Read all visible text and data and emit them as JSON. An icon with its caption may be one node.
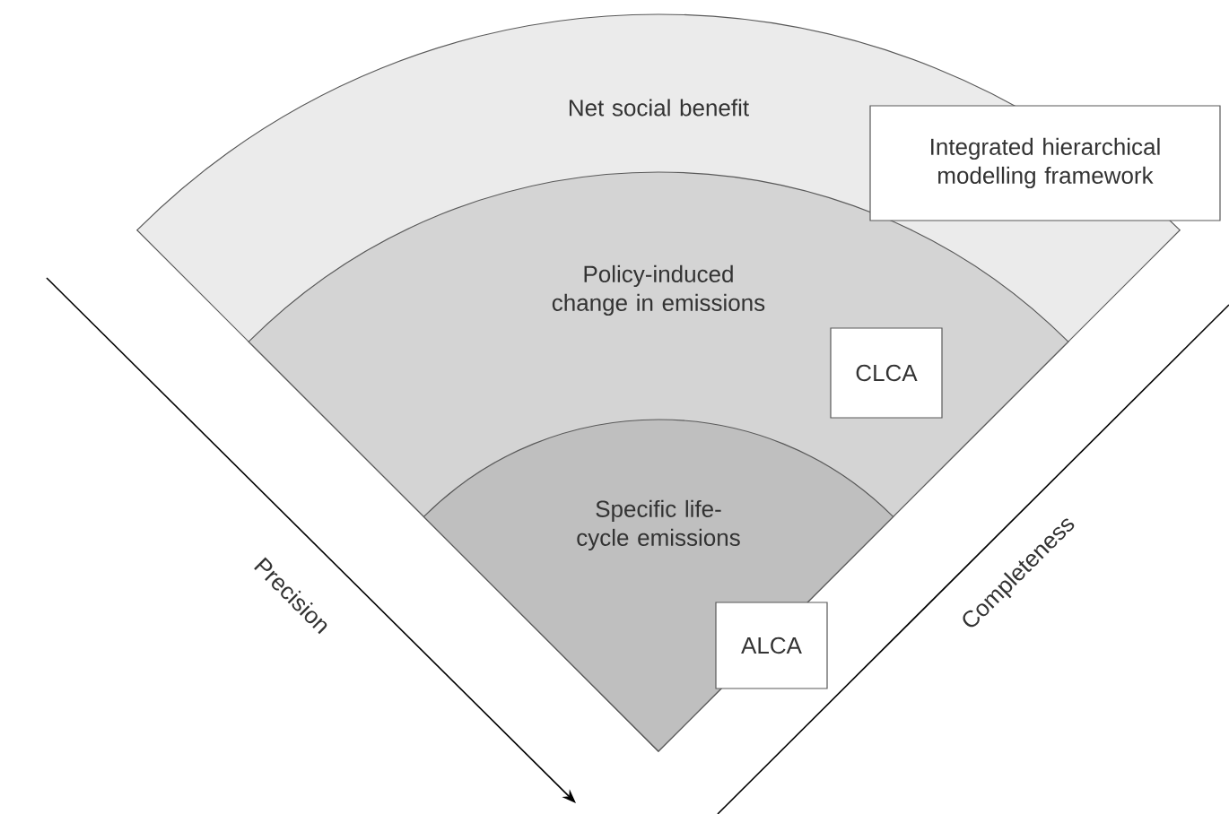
{
  "diagram": {
    "nodes": [
      {
        "text": [
          "Net social benefit"
        ]
      },
      {
        "text": [
          "Policy-induced change in emissions"
        ],
        "in": 0
      },
      {
        "text": [
          "Specific life-cycle emissions"
        ],
        "in": 1
      },
      {
        "text": [
          "Integrated hierarchical modelling framework"
        ]
      },
      {
        "text": [
          "CLCA"
        ],
        "in": 1
      },
      {
        "text": [
          "ALCA"
        ]
      }
    ],
    "edges": [],
    "labels": [
      "Precision",
      "Completeness"
    ]
  }
}
